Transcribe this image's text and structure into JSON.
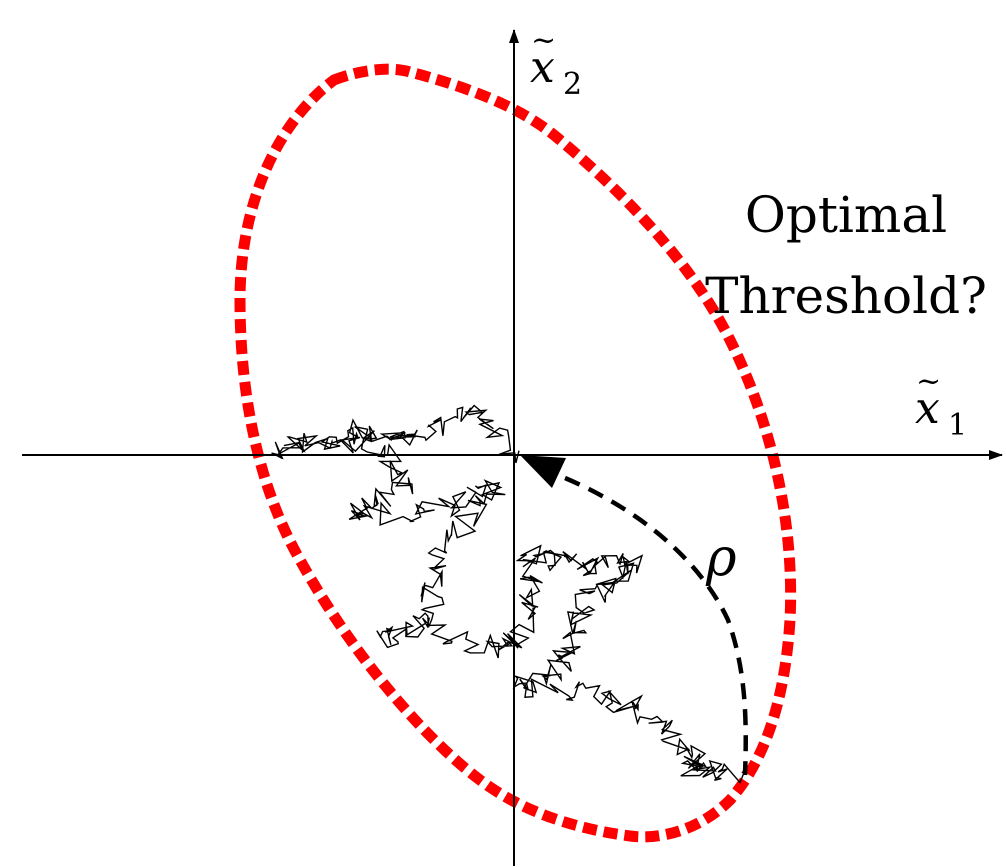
{
  "diagram": {
    "axis_x": {
      "symbol": "x",
      "accent": "~",
      "subscript": "1"
    },
    "axis_y": {
      "symbol": "x",
      "accent": "~",
      "subscript": "2"
    },
    "threshold_label": {
      "line1": "Optimal",
      "line2": "Threshold?"
    },
    "distance_label": "ρ",
    "colors": {
      "threshold": "#ff0000",
      "path": "#000000",
      "axes": "#000000",
      "distance_arc": "#000000"
    }
  }
}
